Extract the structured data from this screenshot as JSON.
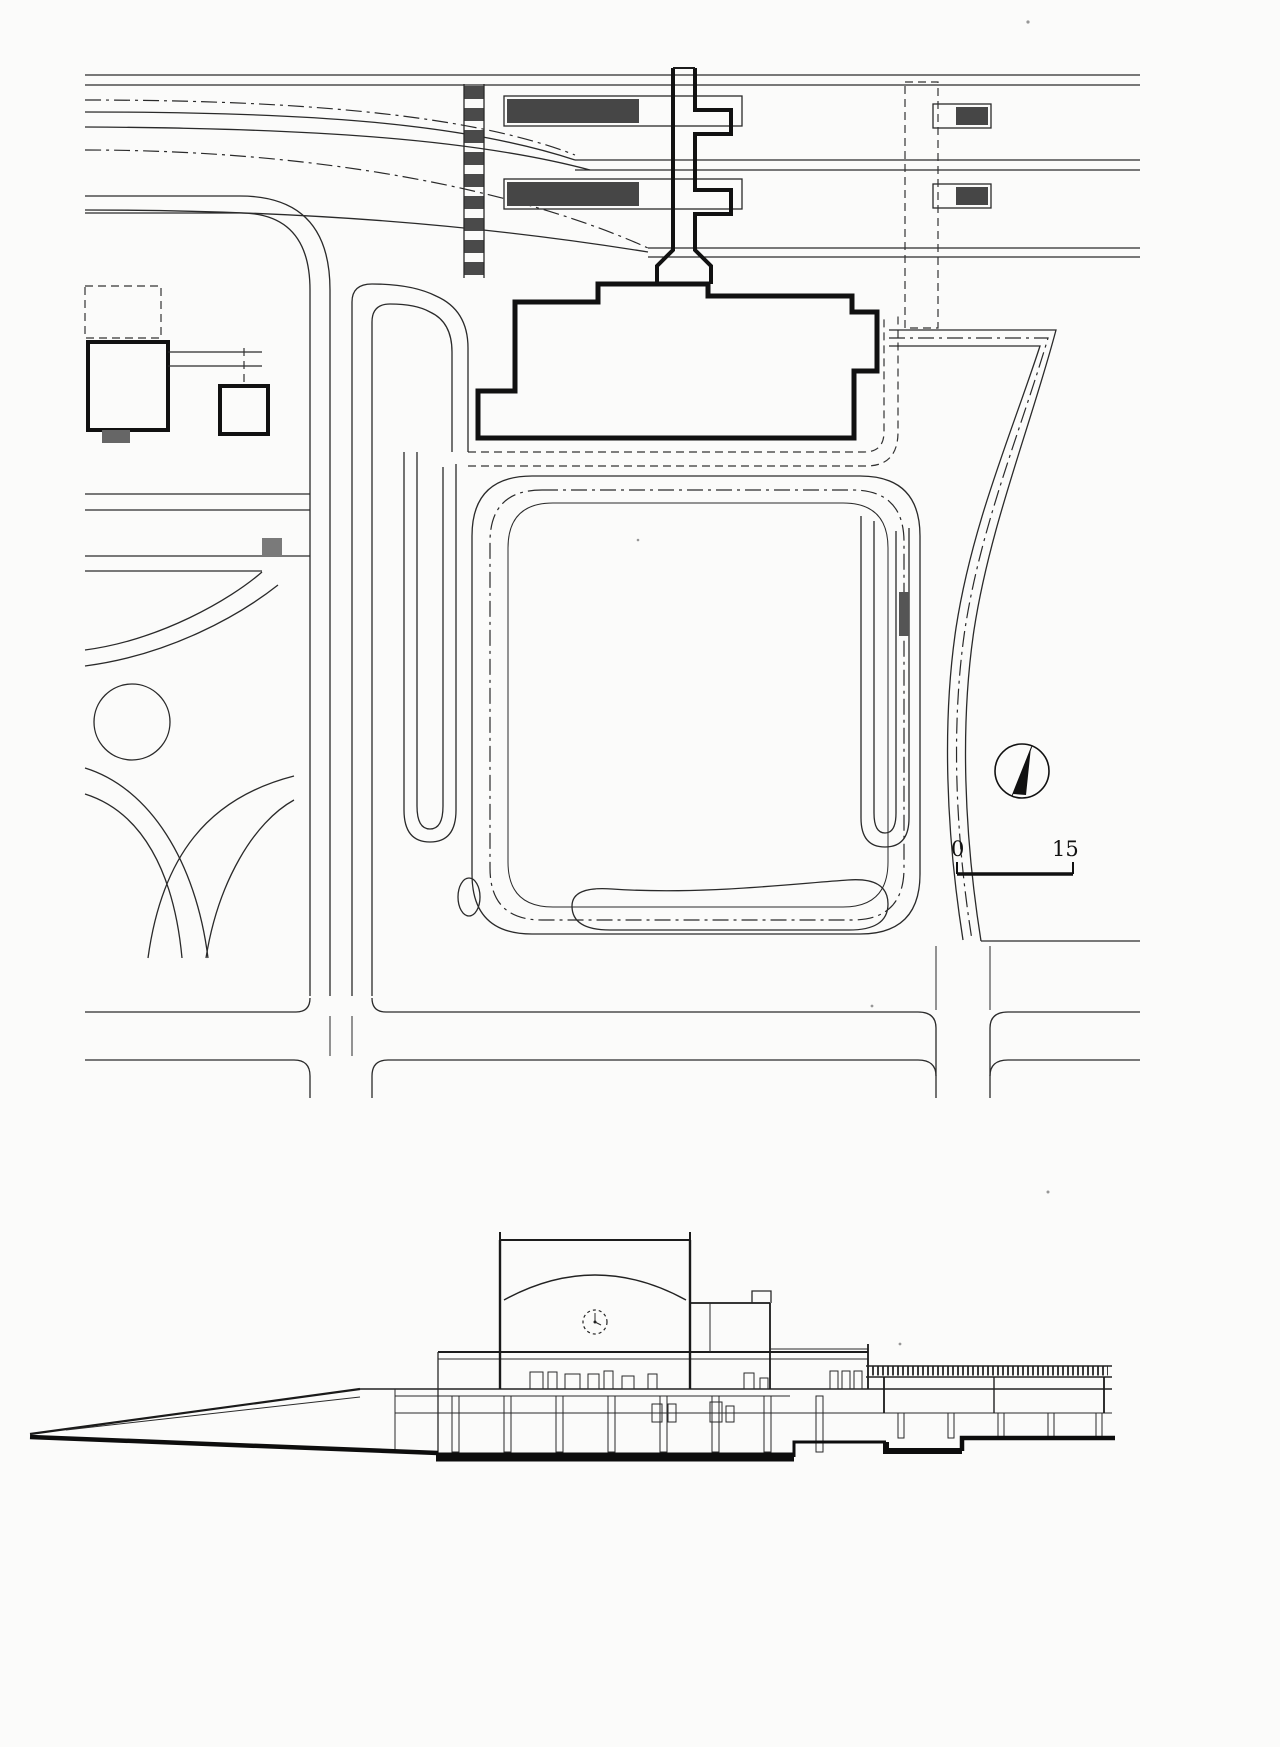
{
  "document": {
    "type": "architectural-drawing",
    "subject": "railway station site plan (top) and cross section (bottom)"
  },
  "plan": {
    "scale_bar": {
      "zero_label": "0",
      "end_label": "15"
    },
    "north_arrow_icon": "compass-needle"
  },
  "colors": {
    "ink": "#111111",
    "paper": "#fbfbfa",
    "hatch": "#4a4a4a"
  }
}
